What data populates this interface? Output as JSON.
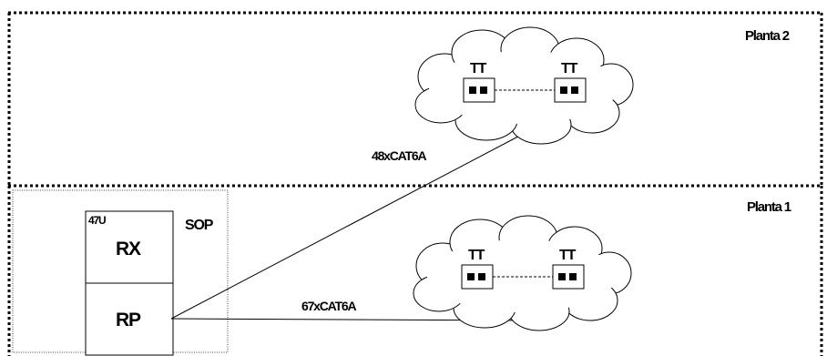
{
  "floors": {
    "upper": {
      "label": "Planta 2"
    },
    "lower": {
      "label": "Planta 1"
    }
  },
  "room": {
    "label": "SOP",
    "rack": {
      "size": "47U",
      "top_label": "RX",
      "bottom_label": "RP"
    }
  },
  "clouds": {
    "upper": {
      "outlet_left": "TT",
      "outlet_right": "TT"
    },
    "lower": {
      "outlet_left": "TT",
      "outlet_right": "TT"
    }
  },
  "cables": {
    "to_upper": "48xCAT6A",
    "to_lower": "67xCAT6A"
  }
}
